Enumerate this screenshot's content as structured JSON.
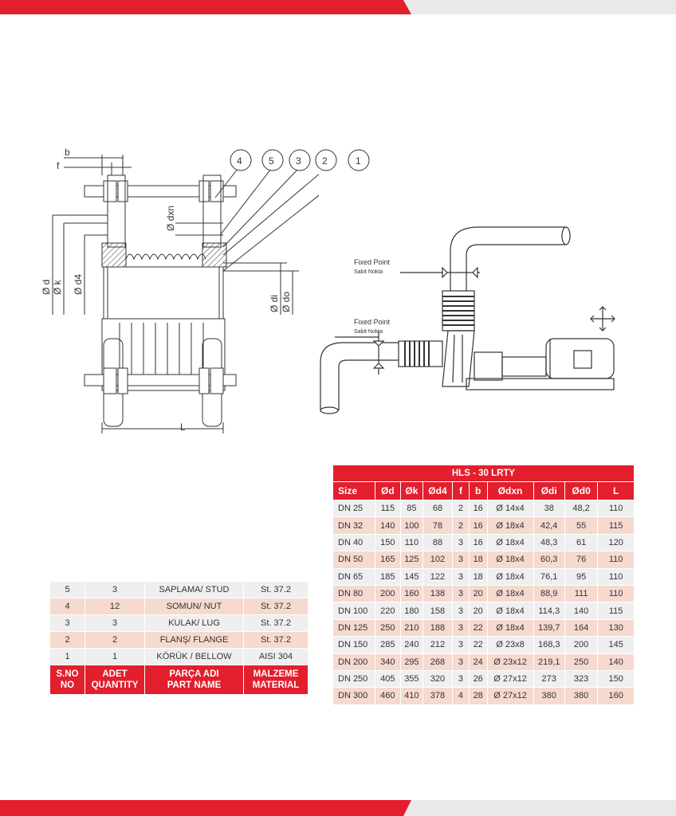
{
  "colors": {
    "accent": "#e31e2d",
    "row_light": "#efefef",
    "row_tint": "#f6d9cf",
    "band_grey": "#e9e9ea"
  },
  "drawing_left": {
    "dims": {
      "b": "b",
      "f": "f",
      "d": "Ø d",
      "k": "Ø k",
      "d4": "Ø d4",
      "dxn": "Ø dxn",
      "di": "Ø di",
      "do": "Ø do",
      "L": "L"
    },
    "callouts": [
      "4",
      "5",
      "3",
      "2",
      "1"
    ]
  },
  "drawing_right": {
    "fixed_point_1": {
      "en": "Fixed Point",
      "tr": "Sabit Nokta"
    },
    "fixed_point_2": {
      "en": "Fixed Point",
      "tr": "Sabit Nokta"
    }
  },
  "parts": {
    "rows": [
      {
        "no": "5",
        "qty": "3",
        "name": "SAPLAMA/ STUD",
        "material": "St. 37.2"
      },
      {
        "no": "4",
        "qty": "12",
        "name": "SOMUN/ NUT",
        "material": "St. 37.2"
      },
      {
        "no": "3",
        "qty": "3",
        "name": "KULAK/ LUG",
        "material": "St. 37.2"
      },
      {
        "no": "2",
        "qty": "2",
        "name": "FLANŞ/ FLANGE",
        "material": "St. 37.2"
      },
      {
        "no": "1",
        "qty": "1",
        "name": "KÖRÜK / BELLOW",
        "material": "AISI 304"
      }
    ],
    "headers": {
      "no_tr": "S.NO",
      "no_en": "NO",
      "qty_tr": "ADET",
      "qty_en": "QUANTITY",
      "name_tr": "PARÇA ADI",
      "name_en": "PART NAME",
      "material_tr": "MALZEME",
      "material_en": "MATERIAL"
    }
  },
  "spec": {
    "title": "HLS - 30 LRTY",
    "columns": [
      "Size",
      "Ød",
      "Øk",
      "Ød4",
      "f",
      "b",
      "Ødxn",
      "Ødi",
      "Ød0",
      "L"
    ],
    "rows": [
      [
        "DN 25",
        "115",
        "85",
        "68",
        "2",
        "16",
        "Ø 14x4",
        "38",
        "48,2",
        "110"
      ],
      [
        "DN 32",
        "140",
        "100",
        "78",
        "2",
        "16",
        "Ø 18x4",
        "42,4",
        "55",
        "115"
      ],
      [
        "DN 40",
        "150",
        "110",
        "88",
        "3",
        "16",
        "Ø 18x4",
        "48,3",
        "61",
        "120"
      ],
      [
        "DN 50",
        "165",
        "125",
        "102",
        "3",
        "18",
        "Ø 18x4",
        "60,3",
        "76",
        "110"
      ],
      [
        "DN 65",
        "185",
        "145",
        "122",
        "3",
        "18",
        "Ø 18x4",
        "76,1",
        "95",
        "110"
      ],
      [
        "DN 80",
        "200",
        "160",
        "138",
        "3",
        "20",
        "Ø 18x4",
        "88,9",
        "111",
        "110"
      ],
      [
        "DN 100",
        "220",
        "180",
        "158",
        "3",
        "20",
        "Ø 18x4",
        "114,3",
        "140",
        "115"
      ],
      [
        "DN 125",
        "250",
        "210",
        "188",
        "3",
        "22",
        "Ø 18x4",
        "139,7",
        "164",
        "130"
      ],
      [
        "DN 150",
        "285",
        "240",
        "212",
        "3",
        "22",
        "Ø 23x8",
        "168,3",
        "200",
        "145"
      ],
      [
        "DN 200",
        "340",
        "295",
        "268",
        "3",
        "24",
        "Ø 23x12",
        "219,1",
        "250",
        "140"
      ],
      [
        "DN 250",
        "405",
        "355",
        "320",
        "3",
        "26",
        "Ø 27x12",
        "273",
        "323",
        "150"
      ],
      [
        "DN 300",
        "460",
        "410",
        "378",
        "4",
        "28",
        "Ø 27x12",
        "380",
        "380",
        "160"
      ]
    ]
  }
}
